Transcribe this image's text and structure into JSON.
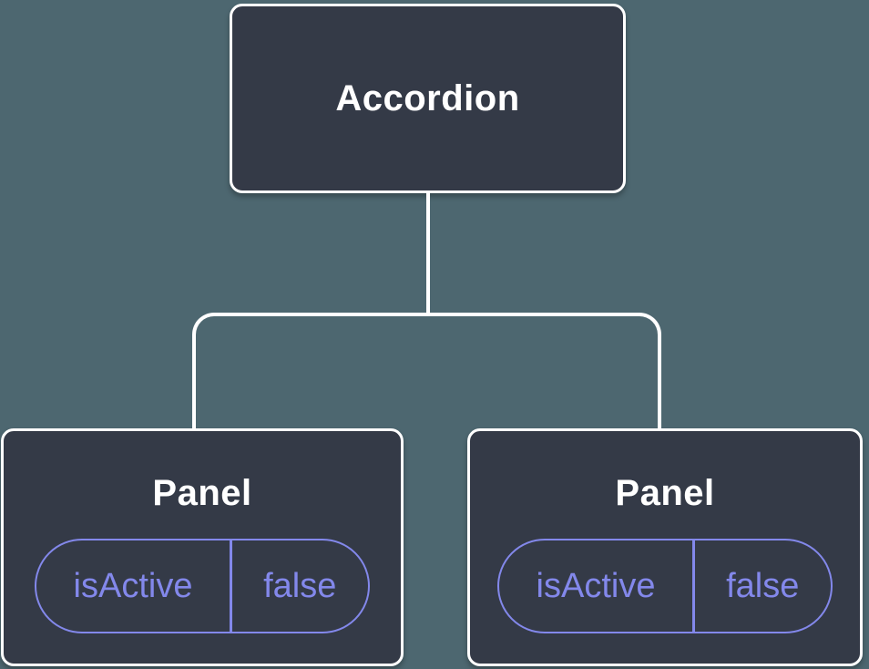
{
  "diagram": {
    "title": "component-state-tree",
    "root": {
      "label": "Accordion"
    },
    "children": [
      {
        "label": "Panel",
        "prop": {
          "name": "isActive",
          "value": "false"
        }
      },
      {
        "label": "Panel",
        "prop": {
          "name": "isActive",
          "value": "false"
        }
      }
    ],
    "colors": {
      "background": "#4D6770",
      "node_fill": "#343A47",
      "node_border": "#FFFFFF",
      "node_text": "#FFFFFF",
      "prop_accent": "#8388EB",
      "connector": "#FFFFFF"
    }
  }
}
